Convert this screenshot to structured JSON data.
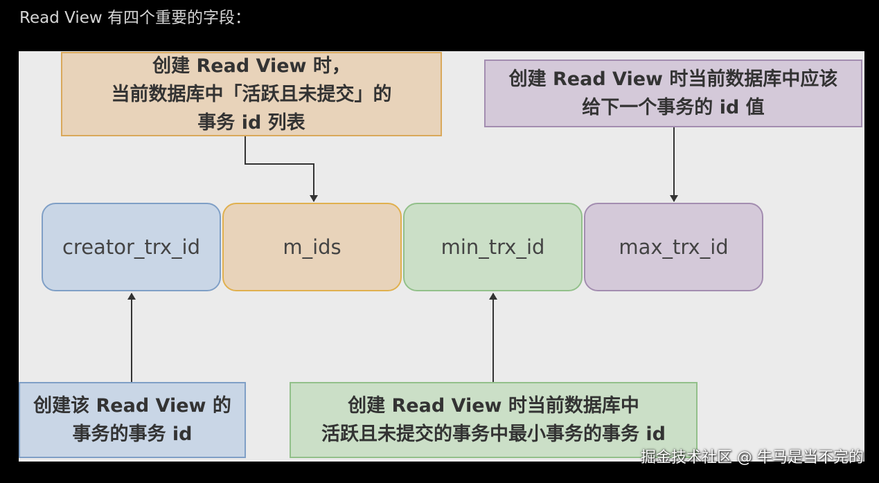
{
  "heading": "Read View 有四个重要的字段：",
  "fields": [
    {
      "id": "creator",
      "label": "creator_trx_id"
    },
    {
      "id": "mids",
      "label": "m_ids"
    },
    {
      "id": "min",
      "label": "min_trx_id"
    },
    {
      "id": "max",
      "label": "max_trx_id"
    }
  ],
  "notes": {
    "m_ids": [
      "创建 Read View 时，",
      "当前数据库中「活跃且未提交」的",
      "事务 id 列表"
    ],
    "max_trx_id": [
      "创建 Read View 时当前数据库中应该",
      "给下一个事务的 id 值"
    ],
    "creator_trx_id": [
      "创建该 Read View 的",
      "事务的事务 id"
    ],
    "min_trx_id": [
      "创建 Read View 时当前数据库中",
      "活跃且未提交的事务中最小事务的事务 id"
    ]
  },
  "colors": {
    "blue_fill": "#c9d6e6",
    "orange_fill": "#e8d3ba",
    "green_fill": "#cbdfc7",
    "purple_fill": "#d4c9d9",
    "arrow": "#333333"
  },
  "watermark": "掘金技术社区 @ 牛马是当不完的"
}
